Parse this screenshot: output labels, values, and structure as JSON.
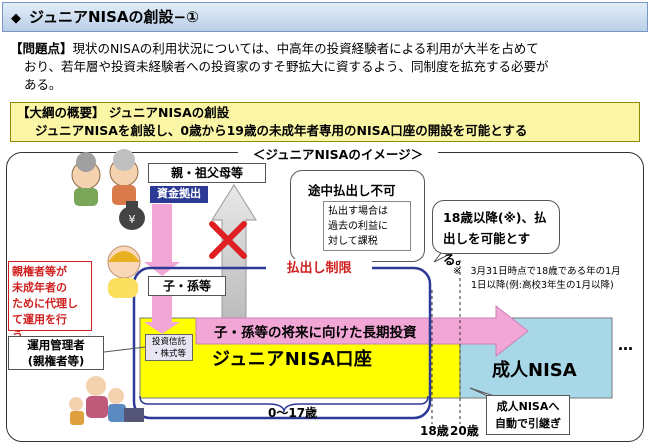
{
  "title": {
    "marker": "◆",
    "text": "ジュニアNISAの創設−①"
  },
  "problem": {
    "label": "【問題点】",
    "line1": "現状のNISAの利用状況については、中高年の投資経験者による利用が大半を占めて",
    "line2": "おり、若年層や投資未経験者への投資家のすそ野拡大に資するよう、同制度を拡充する必要が",
    "line3": "ある。"
  },
  "outline": {
    "line1": "【大綱の概要】 ジュニアNISAの創設",
    "line2": "ジュニアNISAを創設し、0歳から19歳の未成年者専用のNISA口座の開設を可能とする"
  },
  "image": {
    "title": "＜ジュニアNISAのイメージ＞",
    "parents": "親・祖父母等",
    "fund": "資金拠出",
    "child": "子・孫等",
    "withdraw_title": "途中払出し不可",
    "withdraw_note": [
      "払出す場合は",
      "過去の利益に",
      "対して課税"
    ],
    "from18": [
      "18歳以降(※)、払",
      "出しを可能とする。"
    ],
    "note": [
      "※　3月31日時点で18歳である年の1月",
      "1日以降(例:高校3年生の1月以降)"
    ],
    "guardian_note": [
      "親権者等が",
      "未成年者の",
      "ために代理し",
      "て運用を行う。"
    ],
    "manager": [
      "運用管理者",
      "(親権者等)"
    ],
    "withdraw_limit": "払出し制限",
    "trust": [
      "投資信託",
      "・株式等"
    ],
    "invest": "子・孫等の将来に向けた長期投資",
    "junior_account": "ジュニアNISA口座",
    "adult_nisa": "成人NISA",
    "age_range": "0〜17歳",
    "age18": "18歳",
    "age20": "20歳",
    "transfer": [
      "成人NISAへ",
      "自動で引継ぎ"
    ],
    "ellipsis": "…"
  },
  "colors": {
    "yellow": "#ffff00",
    "light_blue": "#a8d8e8",
    "pink_arrow": "#f2a6d6",
    "navy": "#2c3a95",
    "red": "#d02020"
  }
}
